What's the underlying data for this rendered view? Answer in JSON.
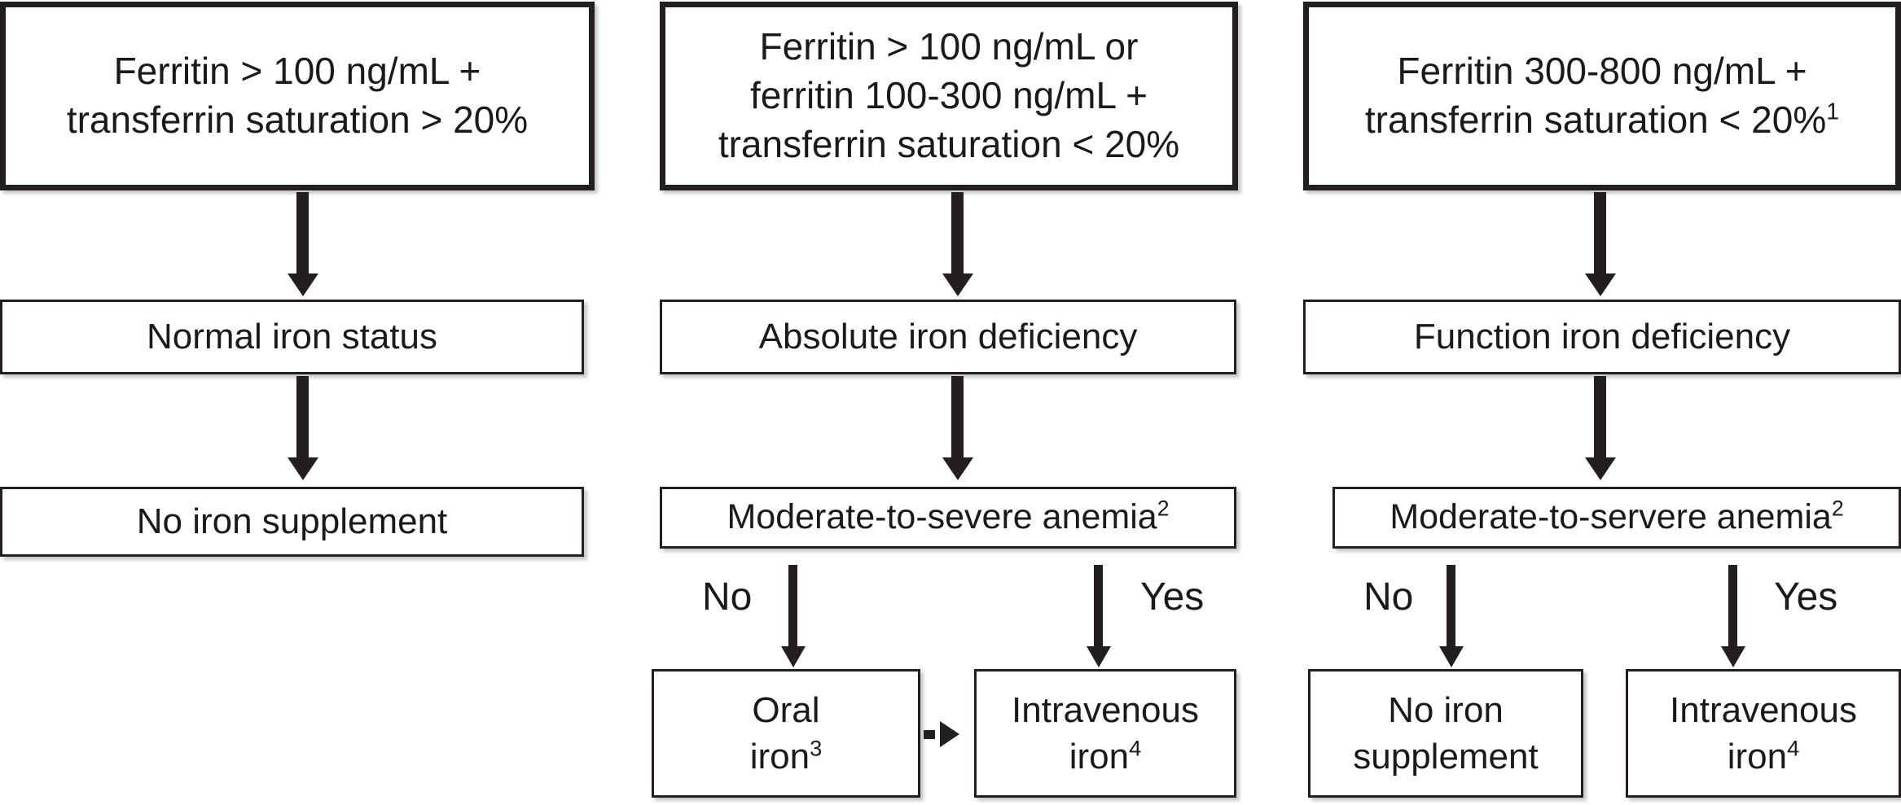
{
  "figure": {
    "type": "flowchart",
    "title": "Iron status assessment and supplementation algorithm",
    "colors": {
      "stroke": "#231f20",
      "fill": "#ffffff",
      "text": "#1a1a1a"
    }
  },
  "columns": [
    {
      "id": "normal",
      "criteria": {
        "line1": "Ferritin > 100 ng/mL +",
        "line2": "transferrin saturation > 20%"
      },
      "status": "Normal iron status",
      "action": "No iron supplement"
    },
    {
      "id": "absolute-deficiency",
      "criteria": {
        "line1": "Ferritin > 100 ng/mL or",
        "line2": "ferritin 100-300 ng/mL +",
        "line3": "transferrin saturation < 20%"
      },
      "status": "Absolute iron deficiency",
      "question": "Moderate-to-severe anemia",
      "question_sup": "2",
      "branch_no_label": "No",
      "branch_yes_label": "Yes",
      "branch_no": {
        "line1": "Oral",
        "line2": "iron",
        "sup": "3"
      },
      "branch_yes": {
        "line1": "Intravenous",
        "line2": "iron",
        "sup": "4"
      }
    },
    {
      "id": "functional-deficiency",
      "criteria": {
        "line1": "Ferritin 300-800 ng/mL +",
        "line2": "transferrin saturation < 20%",
        "line2_sup": "1"
      },
      "status": "Function iron deficiency",
      "question": "Moderate-to-servere anemia",
      "question_sup": "2",
      "branch_no_label": "No",
      "branch_yes_label": "Yes",
      "branch_no": {
        "line1": "No iron",
        "line2": "supplement"
      },
      "branch_yes": {
        "line1": "Intravenous",
        "line2": "iron",
        "sup": "4"
      }
    }
  ]
}
